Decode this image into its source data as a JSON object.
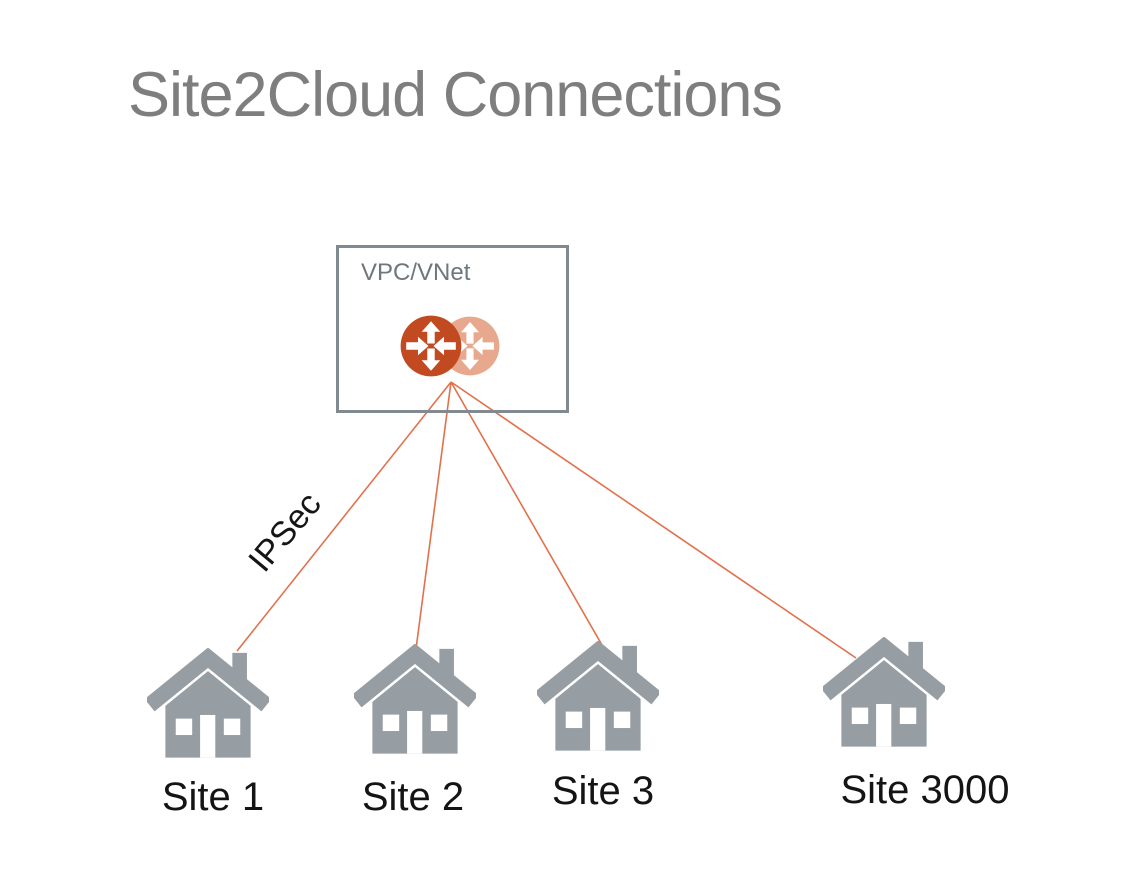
{
  "title": "Site2Cloud Connections",
  "vpc_box": {
    "label": "VPC/VNet",
    "icons": [
      {
        "name": "router-gateway-icon-front",
        "color": "#c24a21"
      },
      {
        "name": "router-gateway-icon-back",
        "color": "#e7a88d"
      }
    ]
  },
  "connections": {
    "label": "IPSec",
    "count": 4,
    "from": "VPC/VNet gateway",
    "to": [
      "Site 1",
      "Site 2",
      "Site 3",
      "Site 3000"
    ]
  },
  "sites": [
    {
      "label": "Site 1",
      "icon": "house-icon"
    },
    {
      "label": "Site 2",
      "icon": "house-icon"
    },
    {
      "label": "Site 3",
      "icon": "house-icon"
    },
    {
      "label": "Site 3000",
      "icon": "house-icon"
    }
  ],
  "colors": {
    "title_gray": "#7e7e7e",
    "box_border": "#808a90",
    "vpc_text": "#6e777d",
    "router_front": "#c24a21",
    "router_back": "#e7a88d",
    "line_orange": "#e2714b",
    "house_gray": "#969da3",
    "label_black": "#141414"
  }
}
